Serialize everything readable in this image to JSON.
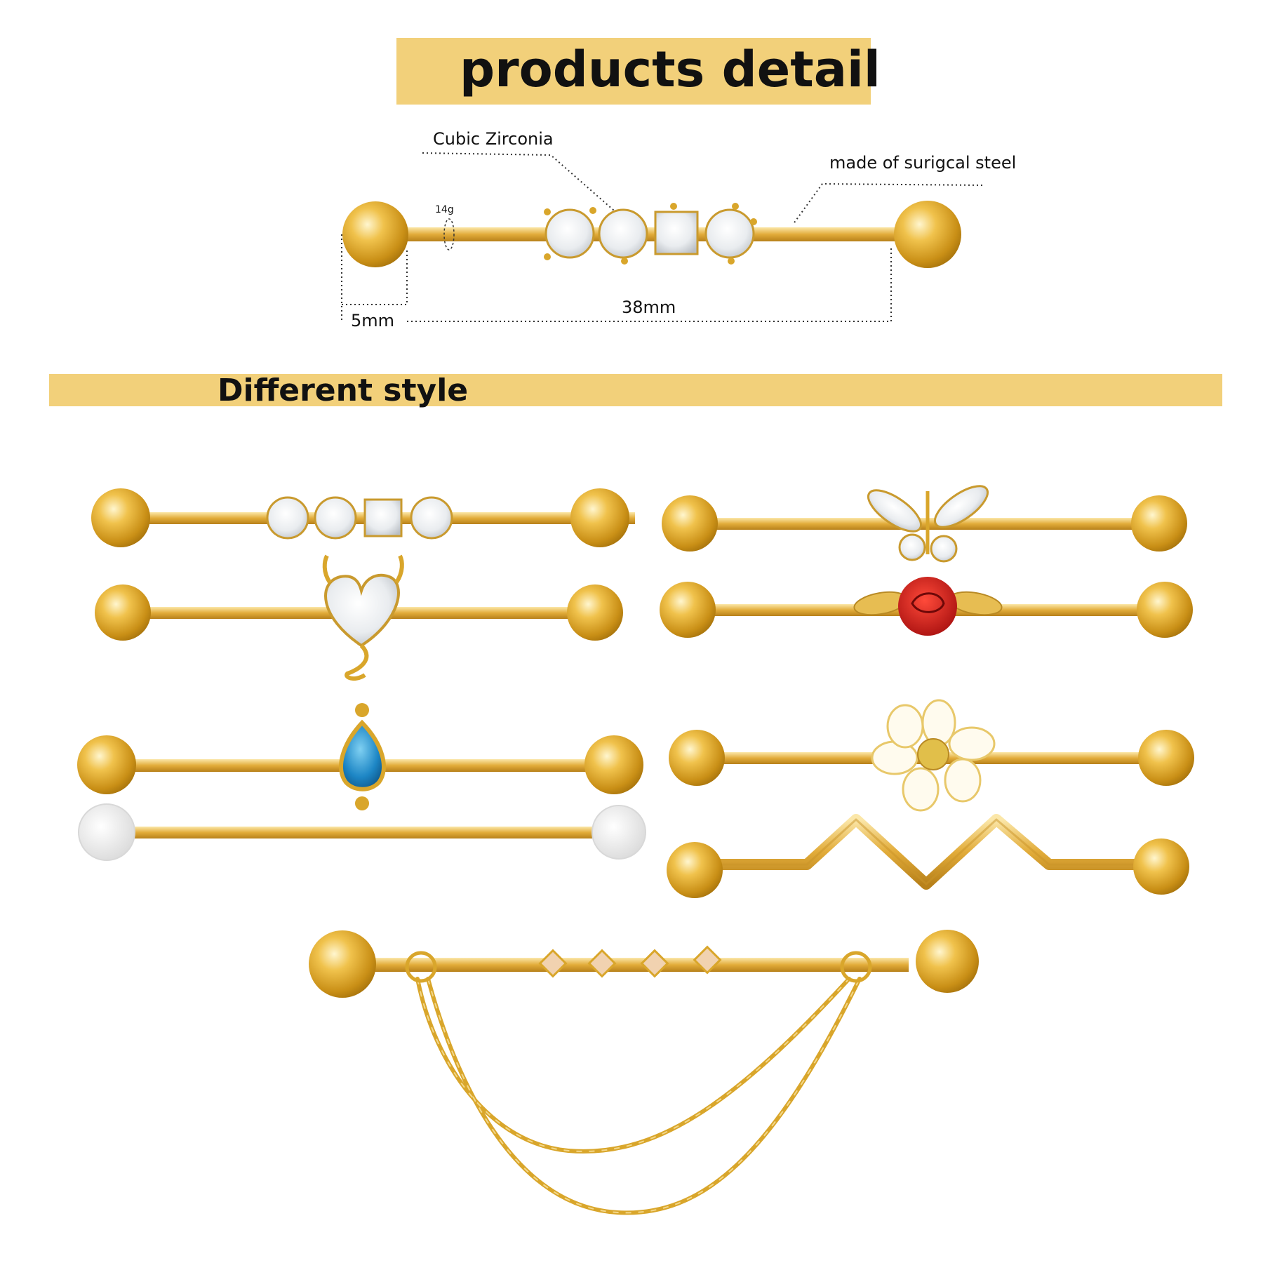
{
  "header": {
    "title": "products detail"
  },
  "detail": {
    "cubic_zirconia_label": "Cubic Zirconia",
    "steel_label": "made of surigcal steel",
    "gauge_label": "14g",
    "ball_size_label": "5mm",
    "length_label": "38mm"
  },
  "styles_section": {
    "title": "Different style"
  },
  "colors": {
    "banner": "#f2d07a",
    "gold": "#d9a62b",
    "text": "#111111"
  }
}
